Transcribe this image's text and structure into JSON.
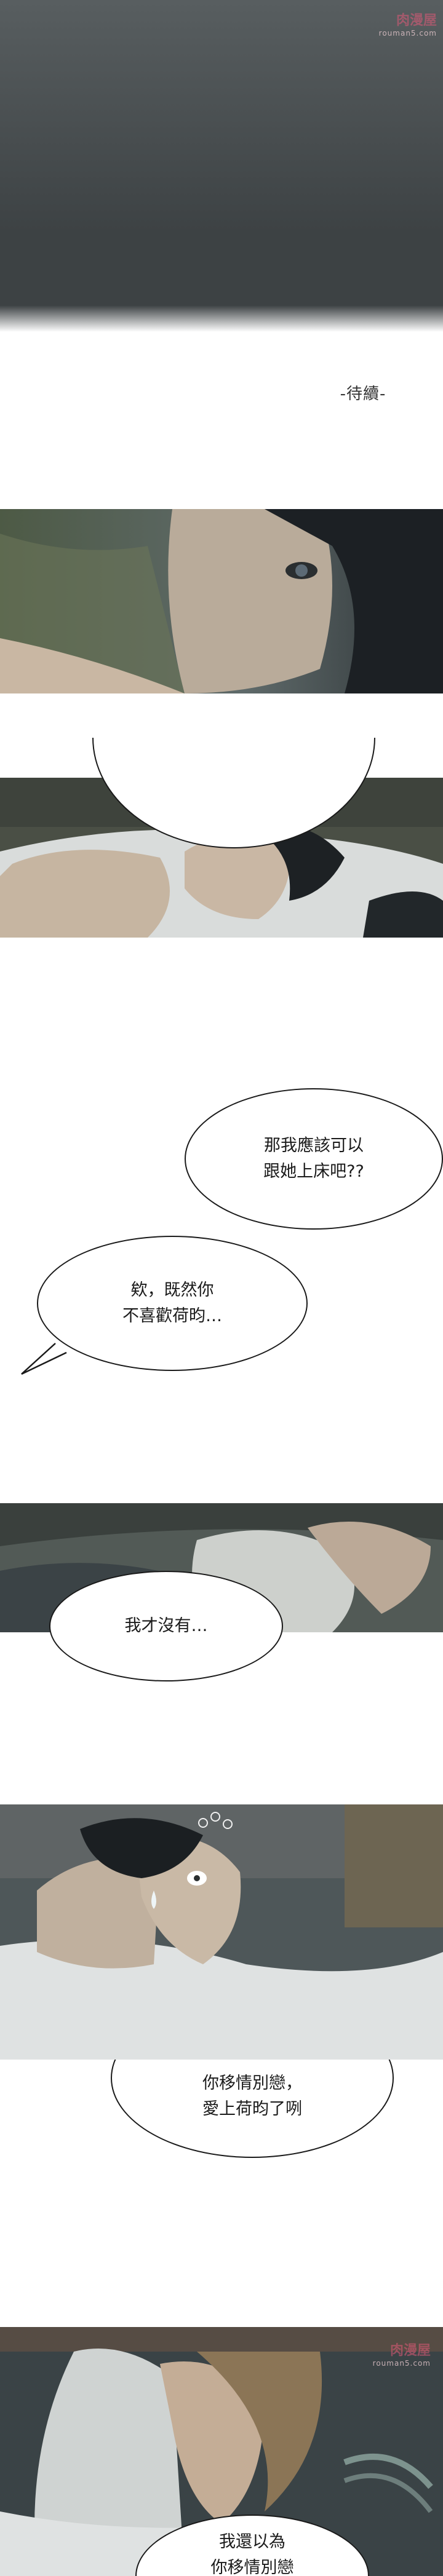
{
  "page": {
    "to_be_continued": "-待續-",
    "watermark_top": "肉漫屋",
    "watermark_sub": "rouman5.com",
    "watermark2_top": "肉漫屋",
    "watermark2_sub": "rouman5.com"
  },
  "dialogue": {
    "bubble_1": "",
    "bubble_2_line1": "那我應該可以",
    "bubble_2_line2": "跟她上床吧??",
    "bubble_3_line1": "欸，既然你",
    "bubble_3_line2": "不喜歡荷昀…",
    "bubble_4": "我才沒有…",
    "bubble_5_line1": "你移情別戀，",
    "bubble_5_line2": "愛上荷昀了咧",
    "bubble_6_line1": "我還以為",
    "bubble_6_line2": "你移情別戀"
  },
  "colors": {
    "night_dark": "#2e3438",
    "night_mid": "#4e585e",
    "skin": "#c9b9a6",
    "hair": "#1b1f22",
    "pillow": "#dfe3e4",
    "bubble_border": "#1a1a1a"
  }
}
